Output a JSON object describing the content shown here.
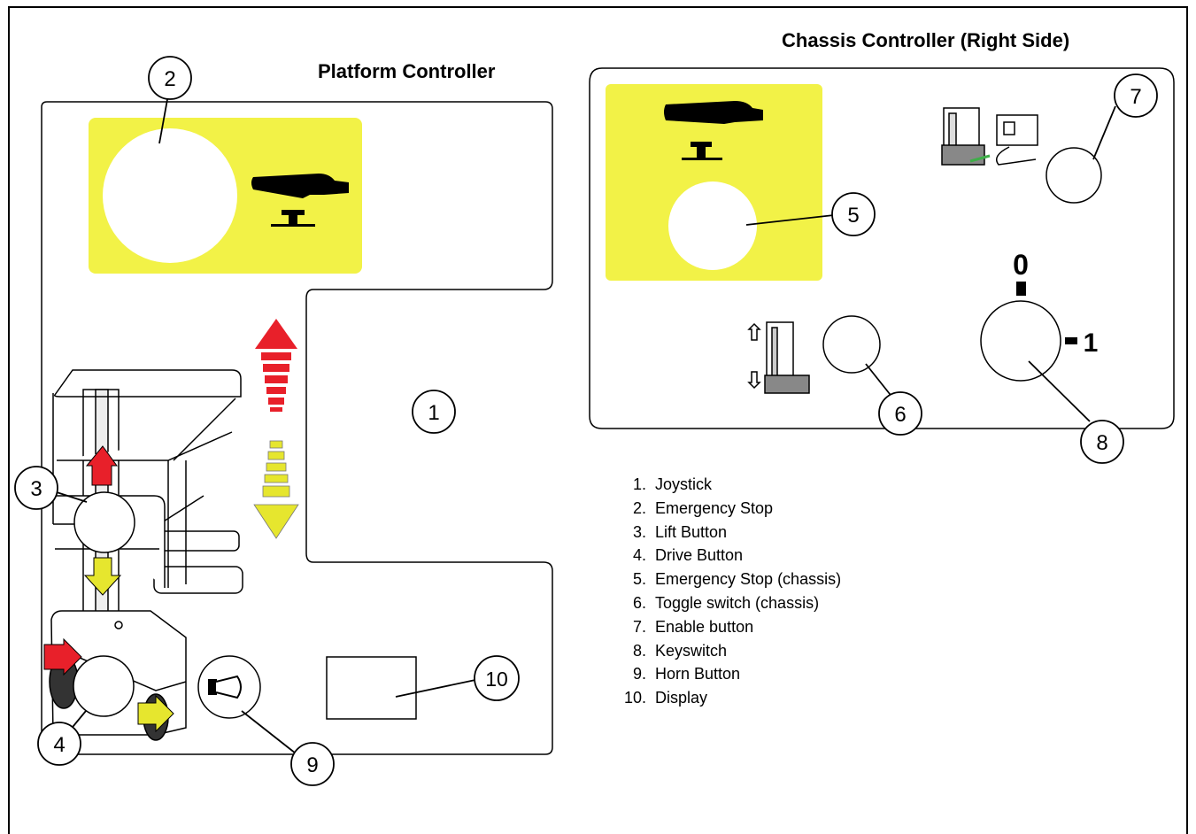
{
  "platform_title": "Platform Controller",
  "chassis_title": "Chassis Controller (Right Side)",
  "chassis_key_positions": {
    "off": "0",
    "on": "1"
  },
  "callouts": [
    "1",
    "2",
    "3",
    "4",
    "5",
    "6",
    "7",
    "8",
    "9",
    "10"
  ],
  "legend": [
    {
      "num": "1.",
      "label": "Joystick"
    },
    {
      "num": "2.",
      "label": "Emergency Stop"
    },
    {
      "num": "3.",
      "label": "Lift Button"
    },
    {
      "num": "4.",
      "label": "Drive Button"
    },
    {
      "num": "5.",
      "label": "Emergency Stop (chassis)"
    },
    {
      "num": "6.",
      "label": "Toggle switch (chassis)"
    },
    {
      "num": "7.",
      "label": "Enable button"
    },
    {
      "num": "8.",
      "label": "Keyswitch"
    },
    {
      "num": "9.",
      "label": "Horn Button"
    },
    {
      "num": "10.",
      "label": "Display"
    }
  ],
  "colors": {
    "warning_yellow": "#f2f247",
    "arrow_red": "#e8202a",
    "arrow_yellow": "#e6e62e",
    "arrow_green": "#3fae49",
    "outline": "#000000"
  }
}
